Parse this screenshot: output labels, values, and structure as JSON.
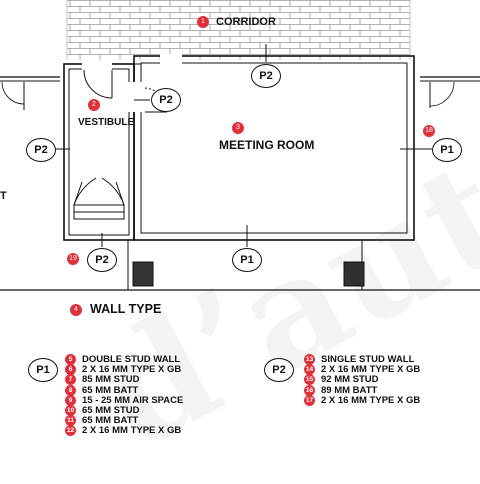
{
  "rooms": {
    "corridor": {
      "marker": "1",
      "label": "CORRIDOR"
    },
    "vestibule": {
      "marker": "2",
      "label": "VESTIBULE"
    },
    "meeting_room": {
      "marker": "3",
      "label": "MEETING ROOM"
    }
  },
  "wall_tags": {
    "top": "P2",
    "vestibule_right": "P2",
    "left": "P2",
    "right": "P1",
    "bottom": "P1",
    "vestibule_bottom": "P2"
  },
  "markers": {
    "right_wall": "18",
    "vestibule_wall": "19"
  },
  "wall_type": {
    "marker": "4",
    "label": "WALL TYPE"
  },
  "legend": {
    "p1": {
      "tag": "P1",
      "rows": [
        {
          "n": "5",
          "text": "DOUBLE STUD WALL"
        },
        {
          "n": "6",
          "text": "2 X 16 MM TYPE X GB"
        },
        {
          "n": "7",
          "text": "85 MM STUD"
        },
        {
          "n": "8",
          "text": "65 MM BATT"
        },
        {
          "n": "9",
          "text": "15 - 25 MM AIR SPACE"
        },
        {
          "n": "10",
          "text": "65 MM STUD"
        },
        {
          "n": "11",
          "text": "65 MM BATT"
        },
        {
          "n": "12",
          "text": "2 X 16 MM TYPE X GB"
        }
      ]
    },
    "p2": {
      "tag": "P2",
      "rows": [
        {
          "n": "13",
          "text": "SINGLE STUD WALL"
        },
        {
          "n": "14",
          "text": "2 X 16 MM TYPE X GB"
        },
        {
          "n": "15",
          "text": "92 MM STUD"
        },
        {
          "n": "16",
          "text": "89 MM BATT"
        },
        {
          "n": "17",
          "text": "2 X 16 MM TYPE X GB"
        }
      ]
    }
  },
  "left_edge_char": "T"
}
